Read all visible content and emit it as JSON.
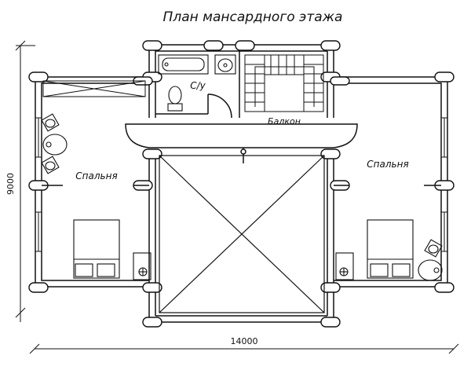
{
  "title": "План мансардного этажа",
  "rooms": {
    "bedroom_left": "Спальня",
    "bedroom_right": "Спальня",
    "bathroom": "С/у",
    "balcony": "Балкон"
  },
  "dimensions": {
    "width": "14000",
    "height": "9000"
  }
}
